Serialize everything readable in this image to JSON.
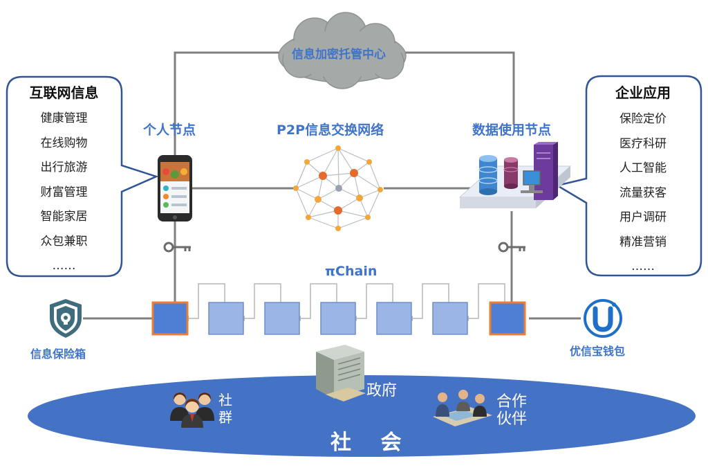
{
  "left_callout": {
    "title": "互联网信息",
    "items": [
      "健康管理",
      "在线购物",
      "出行旅游",
      "财富管理",
      "智能家居",
      "众包兼职",
      "……"
    ]
  },
  "right_callout": {
    "title": "企业应用",
    "items": [
      "保险定价",
      "医疗科研",
      "人工智能",
      "流量获客",
      "用户调研",
      "精准营销",
      "……"
    ]
  },
  "cloud": {
    "label": "信息加密托管中心"
  },
  "nodes": {
    "personal": "个人节点",
    "p2p": "P2P信息交换网络",
    "data_use": "数据使用节点"
  },
  "chain": {
    "label": "πChain"
  },
  "vault": {
    "label": "信息保险箱"
  },
  "wallet": {
    "label": "优信宝钱包"
  },
  "society": {
    "title": "社 会",
    "community": "社\n群",
    "government": "政府",
    "partner": "合作\n伙伴"
  },
  "colors": {
    "accent": "#3f74c9",
    "ellipse": "#4472c4",
    "block_fill": "#9ab5e6",
    "block_highlight": "#4f7fd4",
    "block_border_orange": "#ed7d31",
    "cloud": "#a5aaa8"
  },
  "icons": {
    "phone": "smartphone-icon",
    "server": "server-database-icon",
    "network": "network-graph-icon",
    "vault": "shield-vault-icon",
    "wallet": "u-wallet-icon",
    "key": "key-icon",
    "people": "people-group-icon",
    "building": "government-building-icon",
    "meeting": "partner-meeting-icon"
  }
}
